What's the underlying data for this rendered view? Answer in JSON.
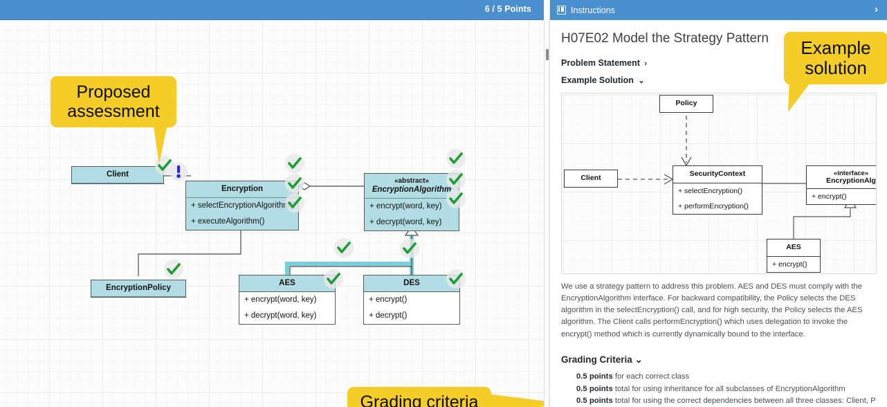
{
  "left_pane": {
    "points_badge": "6 / 5 Points",
    "diagram": {
      "classes": [
        {
          "name": "Client",
          "stereotype": "",
          "methods": []
        },
        {
          "name": "Encryption",
          "stereotype": "",
          "methods": [
            "+ selectEncryptionAlgorithm()",
            "+ executeAlgorithm()"
          ]
        },
        {
          "name": "EncryptionAlgorithm",
          "stereotype": "«abstract»",
          "methods": [
            "+ encrypt(word, key)",
            "+ decrypt(word, key)"
          ]
        },
        {
          "name": "EncryptionPolicy",
          "stereotype": "",
          "methods": []
        },
        {
          "name": "AES",
          "stereotype": "",
          "methods": [
            "+ encrypt(word, key)",
            "+ decrypt(word, key)"
          ]
        },
        {
          "name": "DES",
          "stereotype": "",
          "methods": [
            "+ encrypt()",
            "+ decrypt()"
          ]
        }
      ],
      "markers": {
        "correct": "check-mark",
        "warning": "exclamation-mark",
        "correct_color": "#1a9e35",
        "warning_color": "#2a2ae0"
      }
    },
    "callouts": [
      {
        "id": "proposed-assessment",
        "line1": "Proposed",
        "line2": "assessment",
        "color": "#f5cd28"
      },
      {
        "id": "grading-criteria",
        "line1": "Grading criteria",
        "line2": "",
        "color": "#f5cd28"
      }
    ]
  },
  "right_pane": {
    "header": {
      "title": "Instructions",
      "icon": "panel-icon",
      "collapse_icon": "chevron-right-icon",
      "color": "#4a90cf"
    },
    "exercise_title": "H07E02 Model the Strategy Pattern",
    "sections": [
      {
        "label": "Problem Statement",
        "state": "collapsed",
        "caret": "›"
      },
      {
        "label": "Example Solution",
        "state": "expanded",
        "caret": "⌄"
      },
      {
        "label": "Grading Criteria",
        "state": "expanded",
        "caret": "⌄"
      }
    ],
    "callout": {
      "line1": "Example",
      "line2": "solution",
      "color": "#f5cd28"
    },
    "solution_diagram": {
      "classes": [
        {
          "name": "Policy",
          "stereotype": "",
          "methods": []
        },
        {
          "name": "Client",
          "stereotype": "",
          "methods": []
        },
        {
          "name": "SecurityContext",
          "stereotype": "",
          "methods": [
            "+ selectEncryption()",
            "+ performEncryption()"
          ]
        },
        {
          "name": "EncryptionAlg",
          "stereotype": "«interface»",
          "methods": [
            "+ encrypt()"
          ]
        },
        {
          "name": "AES",
          "stereotype": "",
          "methods": [
            "+ encrypt()"
          ]
        }
      ]
    },
    "solution_description": "We use a strategy pattern to address this problem. AES and DES must comply with the EncryptionAlgorithm interface. For backward compatibility, the Policy selects the DES algorithm in the selectEncryption() call, and for high security, the Policy selects the AES algorithm. The Client calls performEncryption() which uses delegation to invoke the encrypt() method which is currently dynamically bound to the interface.",
    "grading_criteria": [
      {
        "points": "0.5 points",
        "text": " for each correct class"
      },
      {
        "points": "0.5 points",
        "text": " total for using inheritance for all subclasses of EncryptionAlgorithm"
      },
      {
        "points": "0.5 points",
        "text": " total for using the correct dependencies between all three classes: Client, Policy &"
      }
    ]
  }
}
